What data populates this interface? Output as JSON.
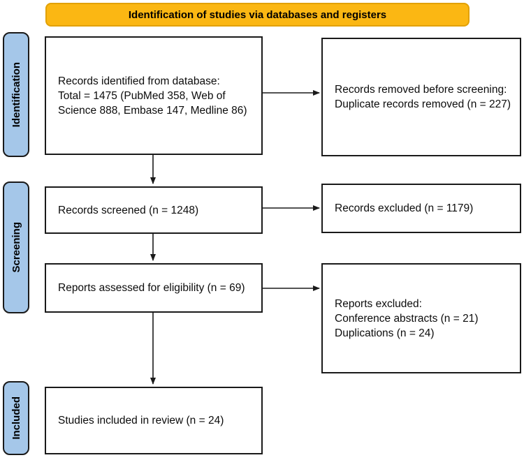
{
  "banner": {
    "label": "Identification of studies via databases and registers"
  },
  "stages": {
    "identification": "Identification",
    "screening": "Screening",
    "included": "Included"
  },
  "flow": {
    "identified": {
      "lines": [
        "Records identified from database:",
        "Total = 1475 (PubMed 358, Web of",
        "Science 888, Embase 147, Medline 86)"
      ]
    },
    "removed": {
      "lines": [
        "Records removed before screening:",
        "Duplicate records removed (n = 227)"
      ]
    },
    "screened": {
      "lines": [
        "Records screened (n = 1248)"
      ]
    },
    "excluded": {
      "lines": [
        "Records excluded (n = 1179)"
      ]
    },
    "assessed": {
      "lines": [
        "Reports assessed for eligibility (n = 69)"
      ]
    },
    "reports_excluded": {
      "lines": [
        "Reports excluded:",
        "Conference abstracts (n = 21)",
        "Duplications (n = 24)"
      ]
    },
    "included_review": {
      "lines": [
        "Studies included in review (n = 24)"
      ]
    }
  },
  "colors": {
    "banner_fill": "#FBB713",
    "banner_border": "#E2A104",
    "stage_fill": "#A5C7E9",
    "box_border": "#1A1A1A",
    "arrow": "#1A1A1A"
  }
}
